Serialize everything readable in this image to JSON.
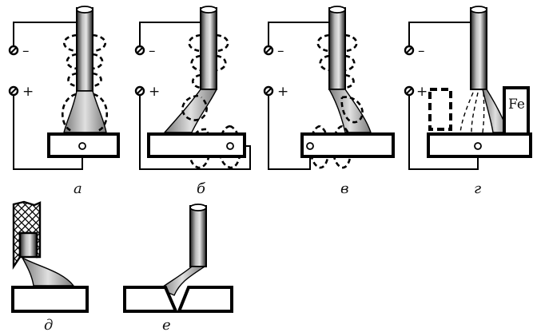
{
  "terminals": {
    "negative": "–",
    "positive": "+"
  },
  "captions": {
    "a": "а",
    "b": "б",
    "v": "в",
    "g": "г",
    "d": "д",
    "e": "е"
  },
  "ferromagnetic_label": "Fe"
}
